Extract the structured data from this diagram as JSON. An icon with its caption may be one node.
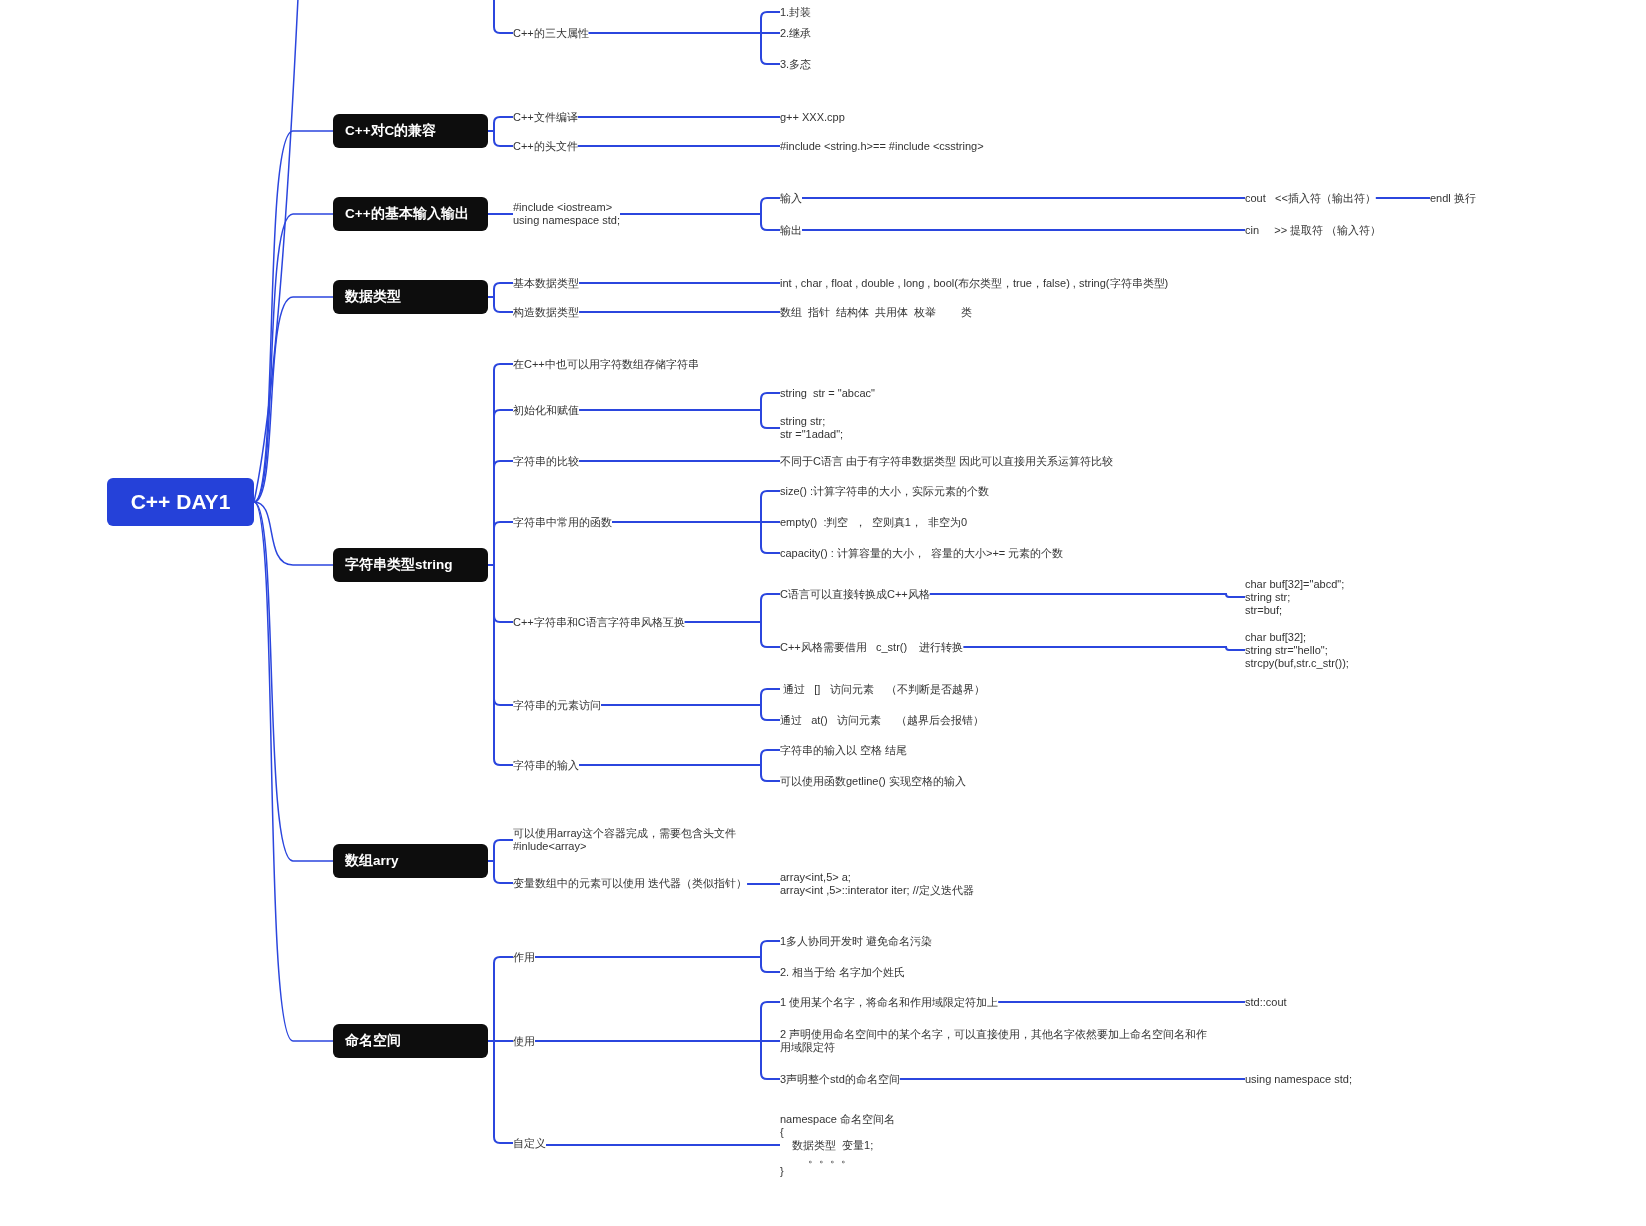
{
  "diagram": {
    "nodes": [
      {
        "text": [
          "C++ DAY1"
        ]
      },
      {
        "text": [
          "C++的三大属性"
        ]
      },
      {
        "text": [
          "1.封装"
        ]
      },
      {
        "text": [
          "2.继承"
        ]
      },
      {
        "text": [
          "3.多态"
        ]
      },
      {
        "text": [
          "C++对C的兼容"
        ]
      },
      {
        "text": [
          "C++文件编译"
        ]
      },
      {
        "text": [
          "g++ XXX.cpp"
        ]
      },
      {
        "text": [
          "C++的头文件"
        ]
      },
      {
        "text": [
          "#include <string.h>== #include <csstring>"
        ]
      },
      {
        "text": [
          "C++的基本输入输出"
        ]
      },
      {
        "text": [
          "#include <iostream>",
          "using namespace std;"
        ]
      },
      {
        "text": [
          "输入"
        ]
      },
      {
        "text": [
          "cout   <<插入符（输出符）"
        ]
      },
      {
        "text": [
          "endl 换行"
        ]
      },
      {
        "text": [
          "输出"
        ]
      },
      {
        "text": [
          "cin     >> 提取符 （输入符）"
        ]
      },
      {
        "text": [
          "数据类型"
        ]
      },
      {
        "text": [
          "基本数据类型"
        ]
      },
      {
        "text": [
          "int , char , float , double , long , bool(布尔类型，true，false) , string(字符串类型)"
        ]
      },
      {
        "text": [
          "构造数据类型"
        ]
      },
      {
        "text": [
          "数组  指针  结构体  共用体  枚举        类"
        ]
      },
      {
        "text": [
          "字符串类型string"
        ]
      },
      {
        "text": [
          "在C++中也可以用字符数组存储字符串"
        ]
      },
      {
        "text": [
          "初始化和赋值"
        ]
      },
      {
        "text": [
          "string  str = \"abcac\""
        ]
      },
      {
        "text": [
          "string str;",
          "str =\"1adad\";"
        ]
      },
      {
        "text": [
          "字符串的比较"
        ]
      },
      {
        "text": [
          "不同于C语言 由于有字符串数据类型 因此可以直接用关系运算符比较"
        ]
      },
      {
        "text": [
          "字符串中常用的函数"
        ]
      },
      {
        "text": [
          "size() :计算字符串的大小，实际元素的个数"
        ]
      },
      {
        "text": [
          "empty()  :判空  ，  空则真1，  非空为0"
        ]
      },
      {
        "text": [
          "capacity() : 计算容量的大小，  容量的大小>+= 元素的个数"
        ]
      },
      {
        "text": [
          "C++字符串和C语言字符串风格互换"
        ]
      },
      {
        "text": [
          "C语言可以直接转换成C++风格"
        ]
      },
      {
        "text": [
          "char buf[32]=\"abcd\";",
          "string str;",
          "str=buf;"
        ]
      },
      {
        "text": [
          "C++风格需要借用   c_str()    进行转换"
        ]
      },
      {
        "text": [
          "char buf[32];",
          "string str=\"hello\";",
          "strcpy(buf,str.c_str());"
        ]
      },
      {
        "text": [
          "字符串的元素访问"
        ]
      },
      {
        "text": [
          " 通过   []   访问元素    （不判断是否越界）"
        ]
      },
      {
        "text": [
          "通过   at()   访问元素     （越界后会报错）"
        ]
      },
      {
        "text": [
          "字符串的输入"
        ]
      },
      {
        "text": [
          "字符串的输入以 空格 结尾"
        ]
      },
      {
        "text": [
          "可以使用函数getline() 实现空格的输入"
        ]
      },
      {
        "text": [
          "数组arry"
        ]
      },
      {
        "text": [
          "可以使用array这个容器完成，需要包含头文件",
          "#inlude<array>"
        ]
      },
      {
        "text": [
          "变量数组中的元素可以使用 迭代器（类似指针）"
        ]
      },
      {
        "text": [
          "array<int,5> a;",
          "array<int ,5>::interator iter; //定义迭代器"
        ]
      },
      {
        "text": [
          "命名空间"
        ]
      },
      {
        "text": [
          "作用"
        ]
      },
      {
        "text": [
          "1多人协同开发时 避免命名污染"
        ]
      },
      {
        "text": [
          "2. 相当于给 名字加个姓氏"
        ]
      },
      {
        "text": [
          "使用"
        ]
      },
      {
        "text": [
          "1 使用某个名字，将命名和作用域限定符加上"
        ]
      },
      {
        "text": [
          "std::cout"
        ]
      },
      {
        "text": [
          "2 声明使用命名空间中的某个名字，可以直接使用，其他名字依然要加上命名空间名和作用域限定符"
        ]
      },
      {
        "text": [
          "3声明整个std的命名空间"
        ]
      },
      {
        "text": [
          "using namespace std;"
        ]
      },
      {
        "text": [
          "自定义"
        ]
      },
      {
        "text": [
          "namespace 命名空间名",
          "{",
          "数据类型  变量1;",
          "。。。。",
          "}"
        ]
      }
    ],
    "edges": [
      {
        "from": 0,
        "to": null,
        "arrow": "none"
      },
      {
        "from": null,
        "to": 1,
        "arrow": "none"
      },
      {
        "from": 1,
        "to": 2,
        "arrow": "none"
      },
      {
        "from": 1,
        "to": 3,
        "arrow": "none"
      },
      {
        "from": 1,
        "to": 4,
        "arrow": "none"
      },
      {
        "from": 0,
        "to": 5,
        "arrow": "none"
      },
      {
        "from": 5,
        "to": 6,
        "arrow": "none"
      },
      {
        "from": 6,
        "to": 7,
        "arrow": "none"
      },
      {
        "from": 5,
        "to": 8,
        "arrow": "none"
      },
      {
        "from": 8,
        "to": 9,
        "arrow": "none"
      },
      {
        "from": 0,
        "to": 10,
        "arrow": "none"
      },
      {
        "from": 10,
        "to": 11,
        "arrow": "none"
      },
      {
        "from": 11,
        "to": 12,
        "arrow": "none"
      },
      {
        "from": 12,
        "to": 13,
        "arrow": "none"
      },
      {
        "from": 13,
        "to": 14,
        "arrow": "none"
      },
      {
        "from": 11,
        "to": 15,
        "arrow": "none"
      },
      {
        "from": 15,
        "to": 16,
        "arrow": "none"
      },
      {
        "from": 0,
        "to": 17,
        "arrow": "none"
      },
      {
        "from": 17,
        "to": 18,
        "arrow": "none"
      },
      {
        "from": 18,
        "to": 19,
        "arrow": "none"
      },
      {
        "from": 17,
        "to": 20,
        "arrow": "none"
      },
      {
        "from": 20,
        "to": 21,
        "arrow": "none"
      },
      {
        "from": 0,
        "to": 22,
        "arrow": "none"
      },
      {
        "from": 22,
        "to": 23,
        "arrow": "none"
      },
      {
        "from": 22,
        "to": 24,
        "arrow": "none"
      },
      {
        "from": 24,
        "to": 25,
        "arrow": "none"
      },
      {
        "from": 24,
        "to": 26,
        "arrow": "none"
      },
      {
        "from": 22,
        "to": 27,
        "arrow": "none"
      },
      {
        "from": 27,
        "to": 28,
        "arrow": "none"
      },
      {
        "from": 22,
        "to": 29,
        "arrow": "none"
      },
      {
        "from": 29,
        "to": 30,
        "arrow": "none"
      },
      {
        "from": 29,
        "to": 31,
        "arrow": "none"
      },
      {
        "from": 29,
        "to": 32,
        "arrow": "none"
      },
      {
        "from": 22,
        "to": 33,
        "arrow": "none"
      },
      {
        "from": 33,
        "to": 34,
        "arrow": "none"
      },
      {
        "from": 34,
        "to": 35,
        "arrow": "none"
      },
      {
        "from": 33,
        "to": 36,
        "arrow": "none"
      },
      {
        "from": 36,
        "to": 37,
        "arrow": "none"
      },
      {
        "from": 22,
        "to": 38,
        "arrow": "none"
      },
      {
        "from": 38,
        "to": 39,
        "arrow": "none"
      },
      {
        "from": 38,
        "to": 40,
        "arrow": "none"
      },
      {
        "from": 22,
        "to": 41,
        "arrow": "none"
      },
      {
        "from": 41,
        "to": 42,
        "arrow": "none"
      },
      {
        "from": 41,
        "to": 43,
        "arrow": "none"
      },
      {
        "from": 0,
        "to": 44,
        "arrow": "none"
      },
      {
        "from": 44,
        "to": 45,
        "arrow": "none"
      },
      {
        "from": 44,
        "to": 46,
        "arrow": "none"
      },
      {
        "from": 46,
        "to": 47,
        "arrow": "none"
      },
      {
        "from": 0,
        "to": 48,
        "arrow": "none"
      },
      {
        "from": 48,
        "to": 49,
        "arrow": "none"
      },
      {
        "from": 49,
        "to": 50,
        "arrow": "none"
      },
      {
        "from": 49,
        "to": 51,
        "arrow": "none"
      },
      {
        "from": 48,
        "to": 52,
        "arrow": "none"
      },
      {
        "from": 52,
        "to": 53,
        "arrow": "none"
      },
      {
        "from": 53,
        "to": 54,
        "arrow": "none"
      },
      {
        "from": 52,
        "to": 55,
        "arrow": "none"
      },
      {
        "from": 52,
        "to": 56,
        "arrow": "none"
      },
      {
        "from": 56,
        "to": 57,
        "arrow": "none"
      },
      {
        "from": 48,
        "to": 58,
        "arrow": "none"
      },
      {
        "from": 58,
        "to": 59,
        "arrow": "none"
      }
    ]
  }
}
